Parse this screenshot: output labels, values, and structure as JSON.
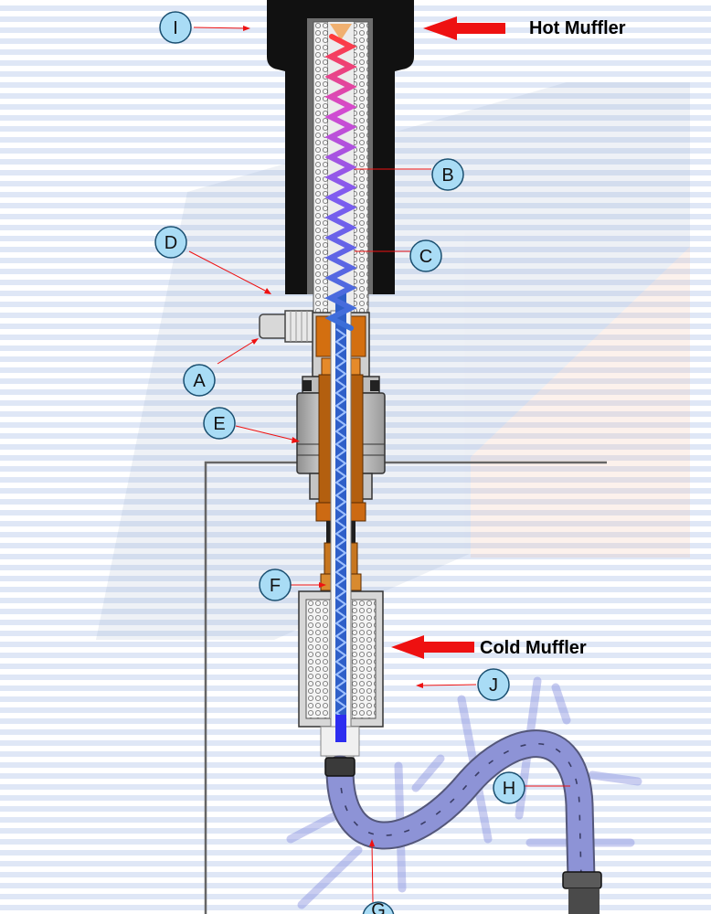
{
  "titles": {
    "hot_muffler": "Hot Muffler",
    "cold_muffler": "Cold Muffler"
  },
  "callouts": {
    "I": "I",
    "A": "A",
    "B": "B",
    "C": "C",
    "D": "D",
    "E": "E",
    "F": "F",
    "G": "G",
    "H": "H",
    "J": "J"
  },
  "colors": {
    "arrow_red": "#ee1111",
    "callout_fill": "#a9dcf5",
    "muffler_body": "#111111",
    "hose": "#8d93d6",
    "brass": "#c96f14",
    "rod_blue": "#3a6fd8"
  }
}
